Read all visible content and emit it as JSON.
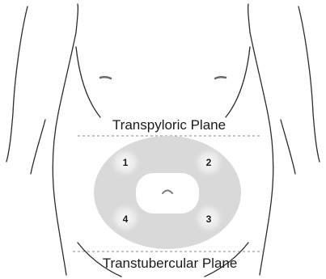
{
  "planes": {
    "top_label": "Transpyloric Plane",
    "bottom_label": "Transtubercular Plane"
  },
  "quadrants": {
    "q1": "1",
    "q2": "2",
    "q3": "3",
    "q4": "4"
  },
  "colors": {
    "outline": "#2b2b2b",
    "pad_fill": "#d9d9d9",
    "pad_inner": "#ffffff",
    "plane_line": "#8a8a8a"
  }
}
